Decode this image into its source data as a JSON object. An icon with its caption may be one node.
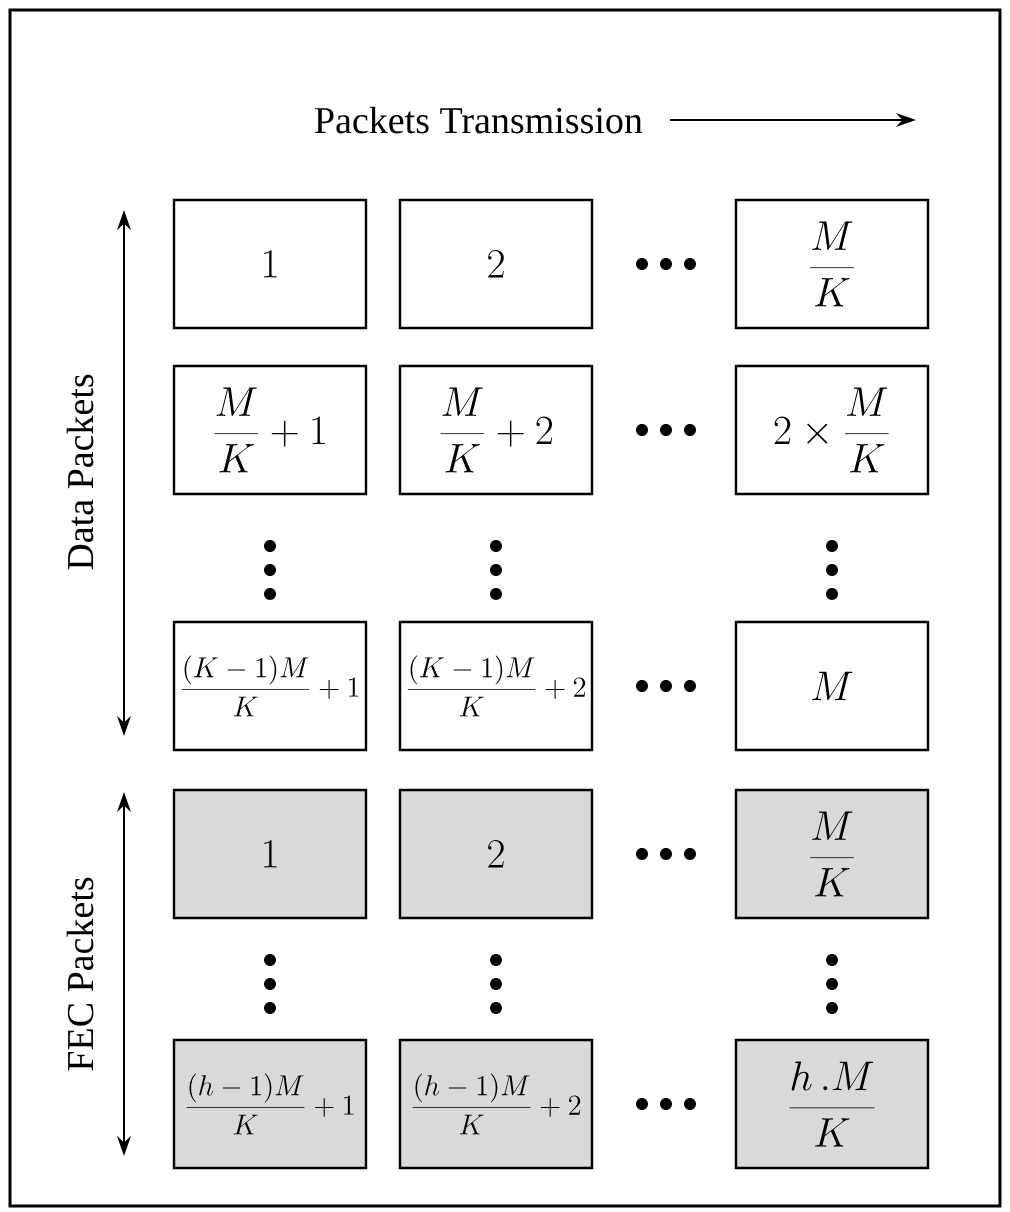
{
  "diagram": {
    "nodes": [
      {
        "text": [
          "1"
        ]
      },
      {
        "text": [
          "2"
        ]
      },
      {
        "text": [
          "\\frac{M}{K}"
        ]
      },
      {
        "text": [
          "\\frac{M}{K}+1"
        ]
      },
      {
        "text": [
          "\\frac{M}{K}+2"
        ]
      },
      {
        "text": [
          "2\\times\\frac{M}{K}"
        ]
      },
      {
        "text": [
          "\\frac{(K-1)M}{K}+1"
        ]
      },
      {
        "text": [
          "\\frac{(K-1)M}{K}+2"
        ]
      },
      {
        "text": [
          "M"
        ]
      },
      {
        "text": [
          "1"
        ]
      },
      {
        "text": [
          "2"
        ]
      },
      {
        "text": [
          "\\frac{M}{K}"
        ]
      },
      {
        "text": [
          "\\frac{(h-1)M}{K}+1"
        ]
      },
      {
        "text": [
          "\\frac{(h-1)M}{K}+2"
        ]
      },
      {
        "text": [
          "\\frac{h\\,.M}{K}"
        ]
      }
    ],
    "labels": [
      "Packets Transmission",
      "Data Packets",
      "FEC Packets"
    ]
  }
}
